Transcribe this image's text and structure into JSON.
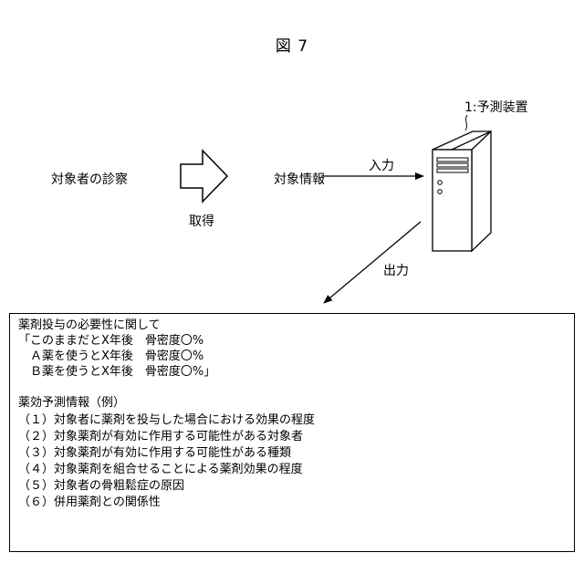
{
  "figure_title": "図 7",
  "nodes": {
    "patient_diagnosis": "対象者の診察",
    "acquire": "取得",
    "subject_info": "対象情報",
    "input": "入力",
    "device": "1:予測装置",
    "output": "出力"
  },
  "output_box": {
    "lines": [
      "薬剤投与の必要性に関して",
      "「このままだとX年後　骨密度〇%",
      "　Ａ薬を使うとX年後　骨密度〇%",
      "　Ｂ薬を使うとX年後　骨密度〇%」",
      "",
      "薬効予測情報（例）",
      "（１）対象者に薬剤を投与した場合における効果の程度",
      "（２）対象薬剤が有効に作用する可能性がある対象者",
      "（３）対象薬剤が有効に作用する可能性がある種類",
      "（４）対象薬剤を組合せることによる薬剤効果の程度",
      "（５）対象者の骨粗鬆症の原因",
      "（６）併用薬剤との関係性"
    ]
  }
}
